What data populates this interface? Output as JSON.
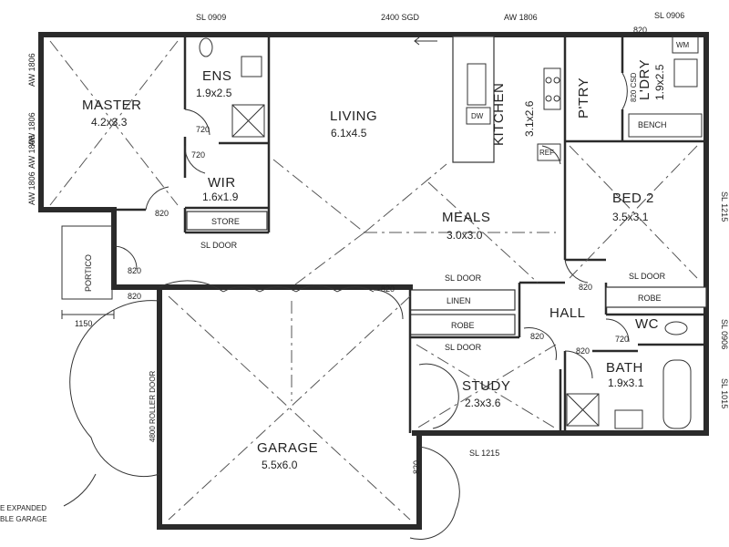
{
  "rooms": {
    "master": {
      "name": "MASTER",
      "dims": "4.2x3.3"
    },
    "ens": {
      "name": "ENS",
      "dims": "1.9x2.5"
    },
    "wir": {
      "name": "WIR",
      "dims": "1.6x1.9"
    },
    "living": {
      "name": "LIVING",
      "dims": "6.1x4.5"
    },
    "kitchen": {
      "name": "KITCHEN",
      "dims": "3.1x2.6"
    },
    "ptry": {
      "name": "P'TRY"
    },
    "ldry": {
      "name": "L'DRY",
      "dims": "1.9x2.5"
    },
    "bed2": {
      "name": "BED 2",
      "dims": "3.5x3.1"
    },
    "meals": {
      "name": "MEALS",
      "dims": "3.0x3.0"
    },
    "hall": {
      "name": "HALL"
    },
    "wc": {
      "name": "WC"
    },
    "bath": {
      "name": "BATH",
      "dims": "1.9x3.1"
    },
    "study": {
      "name": "STUDY",
      "dims": "2.3x3.6"
    },
    "garage": {
      "name": "GARAGE",
      "dims": "5.5x6.0"
    },
    "portico": {
      "name": "PORTICO"
    }
  },
  "fixtures": {
    "store": "STORE",
    "linen": "LINEN",
    "robe_hall": "ROBE",
    "robe_bed2": "ROBE",
    "bench": "BENCH",
    "wm": "WM",
    "dw": "DW",
    "ref": "REF",
    "roller_door": "4800 ROLLER DOOR"
  },
  "window_labels": {
    "top_sl0909": "SL 0909",
    "top_2400sgd": "2400 SGD",
    "top_aw1806": "AW 1806",
    "top_sl0906": "SL 0906",
    "left_aw1806_a": "AW 1806",
    "left_aw1806_b": "AW 1806",
    "left_aw1806_c": "AW 1806",
    "left_aw1806_d": "AW 1806",
    "right_sl1215": "SL 1215",
    "right_sl0906": "SL 0906",
    "right_sl1015": "SL 1015",
    "bottom_sl1215": "SL 1215"
  },
  "door_labels": {
    "sl_door_wir": "SL DOOR",
    "sl_door_linen": "SL DOOR",
    "sl_door_robe": "SL DOOR",
    "sl_door_bed2": "SL DOOR",
    "d720_ens": "720",
    "d720_wir": "720",
    "d820_master": "820",
    "d820_portico": "820",
    "d820_entry": "820",
    "d820_garage_top": "820",
    "d820_garage_right": "820",
    "d820_study": "820",
    "d820_bed2": "820",
    "d820_bath": "820",
    "d720_wc": "720",
    "d820_ldry": "820",
    "d820_csd": "820 CSD"
  },
  "dimension": "1150",
  "note_line1": "E EXPANDED",
  "note_line2": "BLE GARAGE"
}
